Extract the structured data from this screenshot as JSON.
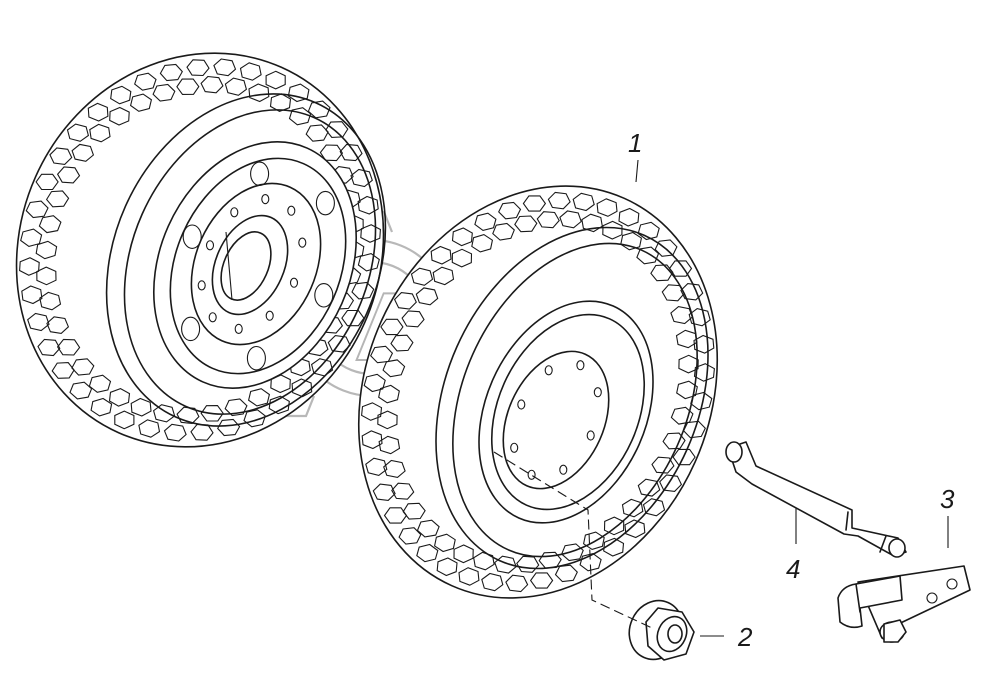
{
  "callouts": [
    {
      "id": "1"
    },
    {
      "id": "2"
    },
    {
      "id": "3"
    },
    {
      "id": "4"
    }
  ],
  "watermark": {
    "text": "Olex"
  },
  "colors": {
    "ink": "#1a1a1a",
    "watermark": "#b5b5b5",
    "background": "#ffffff"
  }
}
